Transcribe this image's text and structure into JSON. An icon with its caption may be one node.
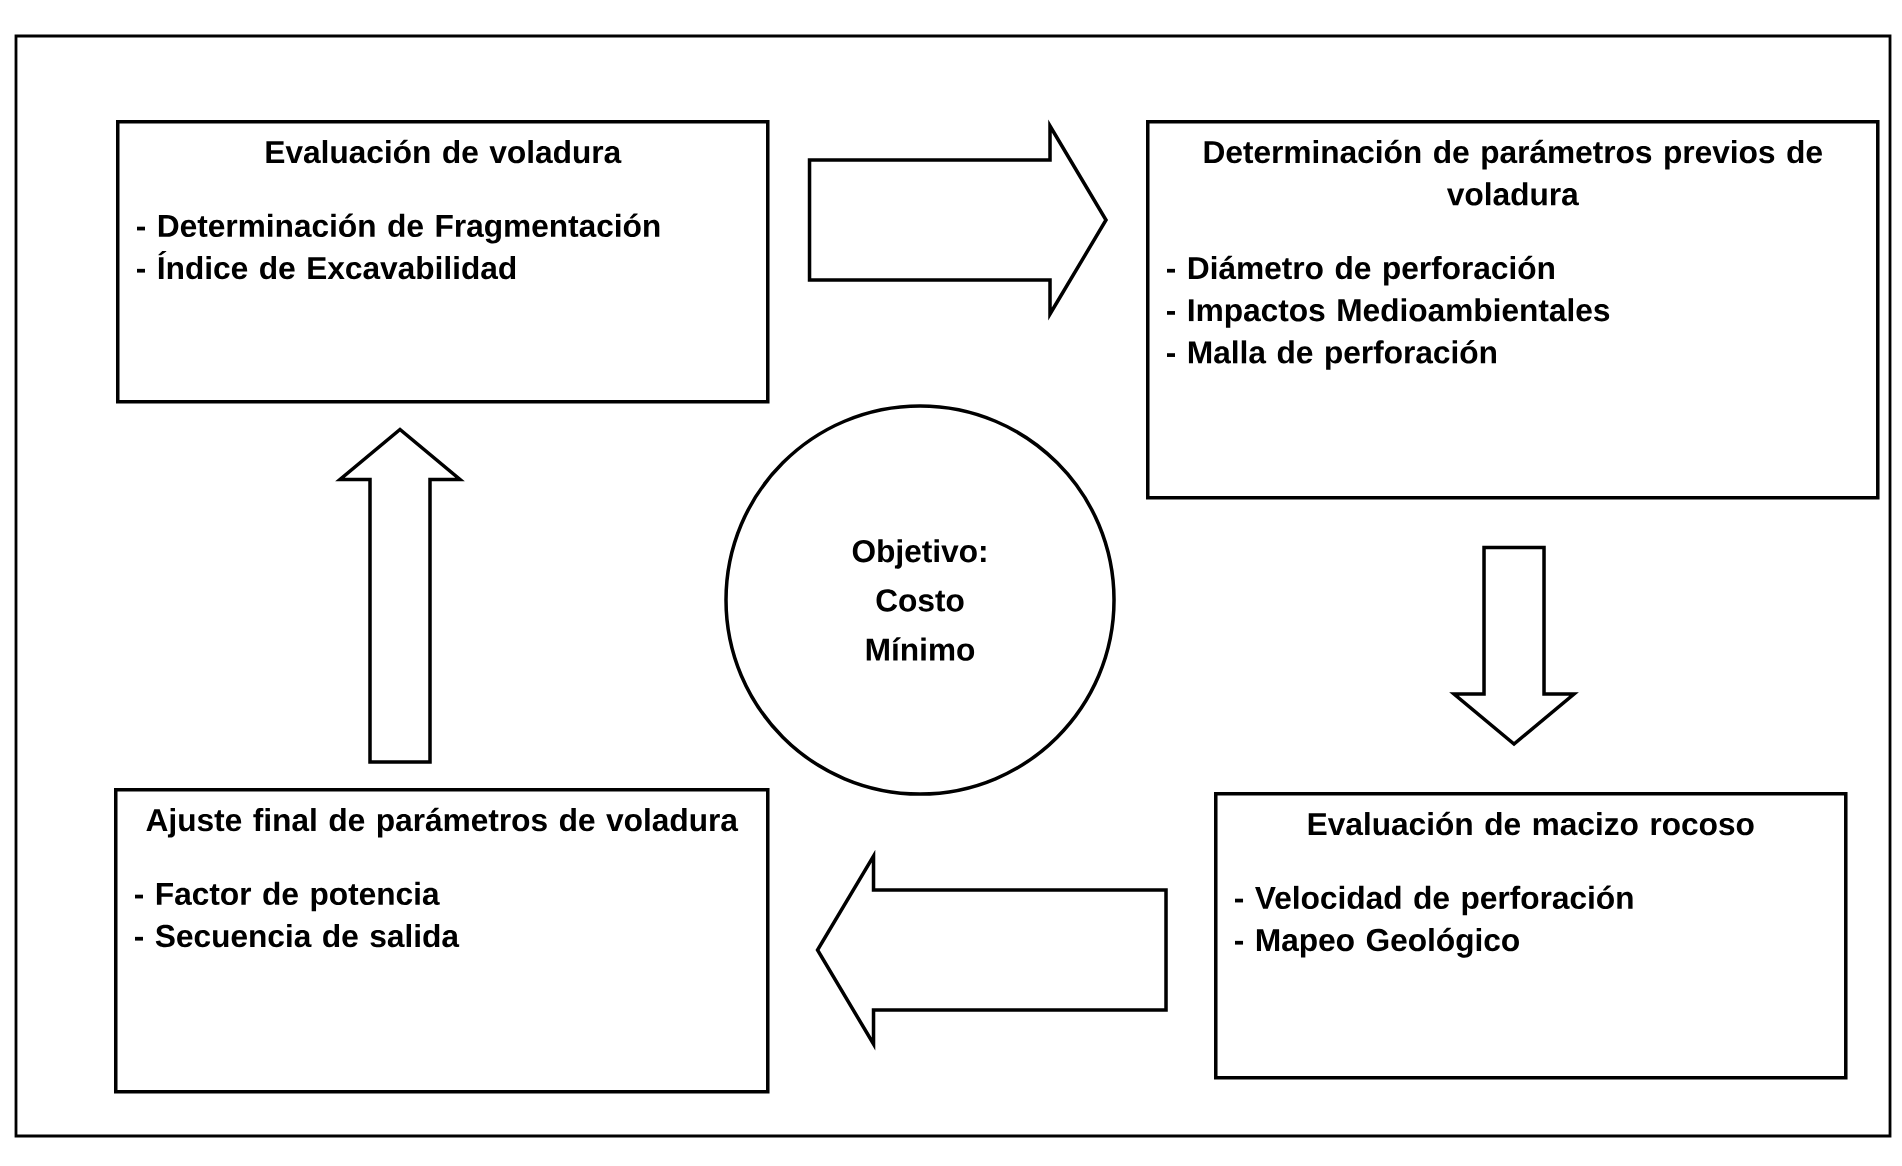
{
  "diagram": {
    "nodes": [
      {
        "text": [
          "Evaluación de voladura",
          "- Determinación de Fragmentación",
          "- Índice de Excavabilidad"
        ]
      },
      {
        "text": [
          "Determinación de parámetros previos de voladura",
          "- Diámetro de perforación",
          "- Impactos Medioambientales",
          "- Malla de perforación"
        ]
      },
      {
        "text": [
          "Objetivo: Costo Mínimo"
        ]
      },
      {
        "text": [
          "Ajuste final de parámetros de voladura",
          "- Factor de potencia",
          "- Secuencia de salida"
        ]
      },
      {
        "text": [
          "Evaluación de macizo rocoso",
          "- Velocidad de perforación",
          "- Mapeo Geológico"
        ]
      }
    ],
    "edges": [
      {
        "from": 0,
        "to": 1,
        "arrow": "to"
      },
      {
        "from": 1,
        "to": 4,
        "arrow": "to"
      },
      {
        "from": 4,
        "to": 3,
        "arrow": "to"
      },
      {
        "from": 3,
        "to": 0,
        "arrow": "to"
      }
    ]
  }
}
